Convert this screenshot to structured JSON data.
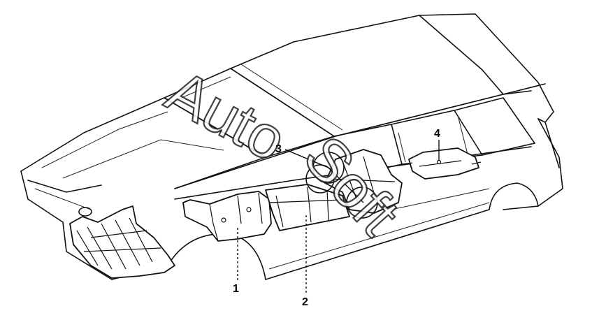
{
  "diagram": {
    "callouts": [
      {
        "id": "1",
        "label": "1"
      },
      {
        "id": "2",
        "label": "2"
      },
      {
        "id": "3",
        "label": "3"
      },
      {
        "id": "4",
        "label": "4"
      }
    ],
    "watermark": {
      "text_part1": "Auto",
      "text_part2": "Soft"
    }
  }
}
